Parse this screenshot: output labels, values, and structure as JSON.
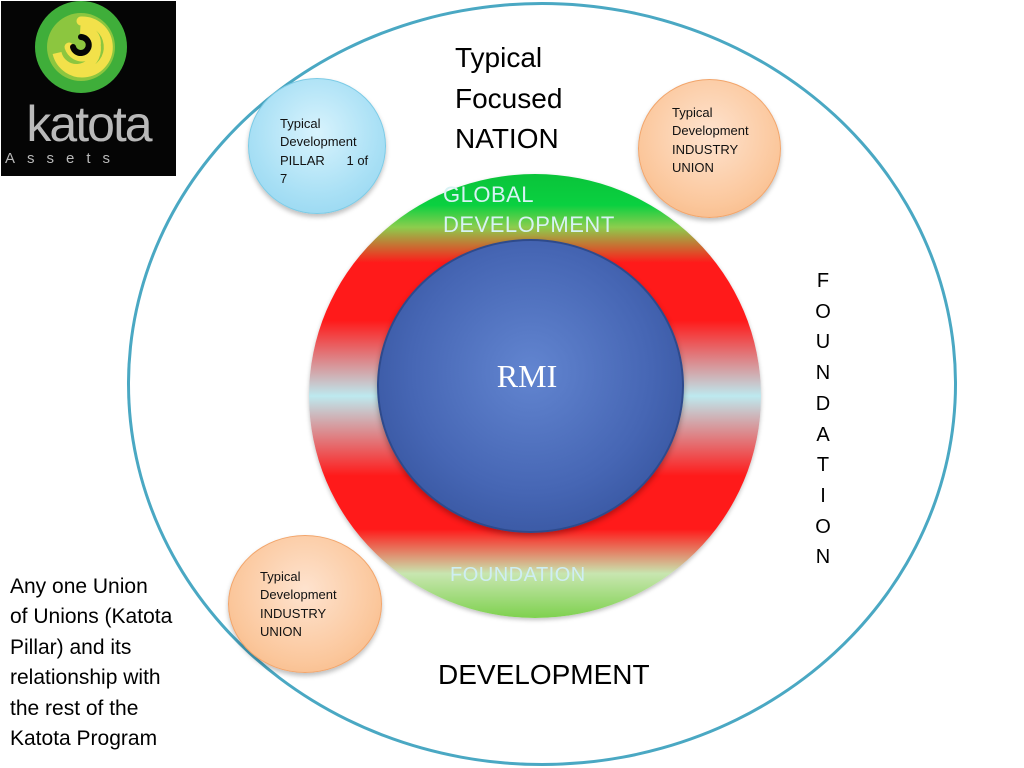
{
  "logo": {
    "wordmark": "katota",
    "subtext": "Assets",
    "icon": "green-yellow-swirl-icon",
    "colors": {
      "background": "#050505",
      "swirl_outer": "#3fae3a",
      "swirl_inner": "#f2e14a",
      "text": "#b9b9b9"
    }
  },
  "title": {
    "line1": "Typical",
    "line2": "Focused",
    "line3": "NATION"
  },
  "band": {
    "top_label_line1": "GLOBAL",
    "top_label_line2": "DEVELOPMENT",
    "bottom_label": "FOUNDATION",
    "colors": {
      "green": "#0ac43a",
      "red": "#ff1a1a",
      "light": "#bde9ef"
    }
  },
  "core": {
    "label": "RMI",
    "color": "#4666b4"
  },
  "bubbles": {
    "pillar": {
      "text": "Typical\nDevelopment\nPILLAR      1 of\n7",
      "color": "#a9e0f5"
    },
    "union_top_right": {
      "text": "Typical\nDevelopment\nINDUSTRY\nUNION",
      "color": "#fbc79c"
    },
    "union_bottom_left": {
      "text": "Typical\nDevelopment\nINDUSTRY\nUNION",
      "color": "#fbc79c"
    }
  },
  "foundation_vertical": [
    "F",
    "O",
    "U",
    "N",
    "D",
    "A",
    "T",
    "I",
    "O",
    "N"
  ],
  "development_label": "DEVELOPMENT",
  "caption": "Any one Union\nof Unions (Katota\nPillar) and its\nrelationship with\nthe rest of the\nKatota Program",
  "outer_ring_color": "#4aa8c3"
}
